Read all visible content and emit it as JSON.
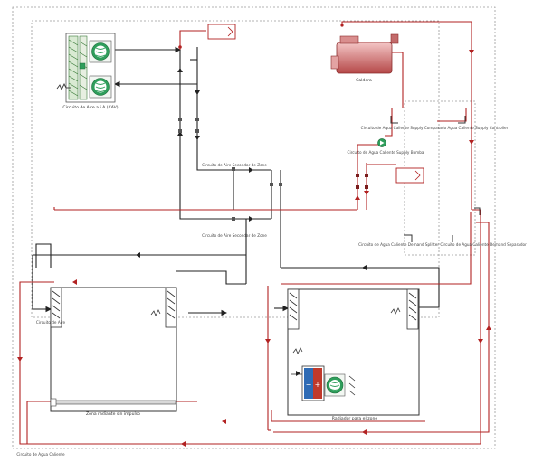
{
  "labels": {
    "air_loop": "Circuito de Aire a i A (CAV)",
    "boiler": "Caldera",
    "hw_supply_sensor": "Circuito de Agua Caliente Supply Comparado Agua Caliente Supply Controller",
    "hw_supply_pump": "Circuito de Agua Caliente Supply Bomba",
    "air_supply_zone": "Circuito de Aire Secondar de Zone",
    "air_return_zone": "Circuito de Aire Secondar de Zone",
    "hw_demand": "Circuito de Agua Caliente Demand Splitter Circuito de Agua Caliente Demand Separador",
    "air_loop_outlet": "Circuito de Aire",
    "zone_left": "Zona radiante sin impulso",
    "zone_right": "Radiador para el zone",
    "hw_loop_name": "Circuito de Agua Caliente"
  },
  "colors": {
    "hot_water": "#b22222",
    "air": "#222222",
    "boundary": "#9a9a9a",
    "coil_hot": "#c0392b",
    "coil_cold": "#2e6bb5",
    "fan": "#2e9e5b"
  },
  "icons": {
    "fan": "fan-icon",
    "coil": "coil-icon",
    "boiler": "boiler-icon",
    "pump": "pump-icon",
    "sensor": "sensor-icon",
    "thermostat": "thermostat-icon"
  }
}
